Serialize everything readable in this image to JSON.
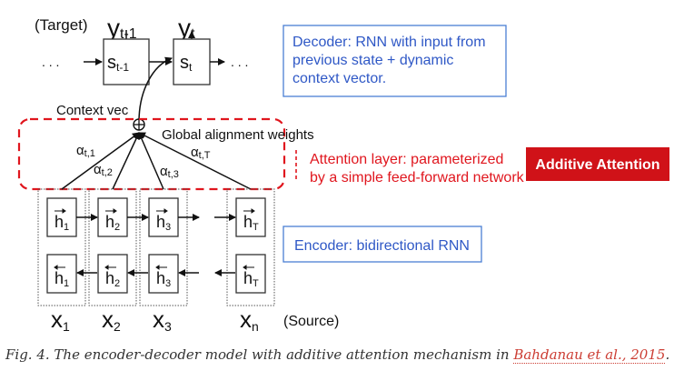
{
  "diagram": {
    "target_label": "(Target)",
    "source_label": "(Source)",
    "y_labels": {
      "prev": "y",
      "prev_sub": "t-1",
      "cur": "y",
      "cur_sub": "t"
    },
    "s_labels": {
      "prev": "s",
      "prev_sub": "t-1",
      "cur": "s",
      "cur_sub": "t"
    },
    "ellipsis": ". . .",
    "decoder_box_text": [
      "Decoder: RNN with input from",
      "previous state + dynamic",
      "context vector."
    ],
    "context_vec_label": "Context vec",
    "global_weights_label": "Global alignment weights",
    "attention_layer_text": [
      "Attention layer: parameterized",
      "by a simple feed-forward network"
    ],
    "additive_badge": "Additive Attention",
    "weights": [
      {
        "main": "α",
        "sub": "t,1"
      },
      {
        "main": "α",
        "sub": "t,2"
      },
      {
        "main": "α",
        "sub": "t,3"
      },
      {
        "main": "α",
        "sub": "t,T"
      }
    ],
    "h_subs": [
      "1",
      "2",
      "3",
      "T"
    ],
    "x_labels": [
      {
        "main": "x",
        "sub": "1"
      },
      {
        "main": "x",
        "sub": "2"
      },
      {
        "main": "x",
        "sub": "3"
      },
      {
        "main": "x",
        "sub": "n"
      }
    ],
    "encoder_box_text": "Encoder: bidirectional RNN",
    "colors": {
      "blue_box": "#4a7fd4",
      "red_dash": "#e0161e",
      "badge_bg": "#d01218",
      "badge_text": "#ffffff",
      "caption_link": "#cc3d33"
    }
  },
  "caption": {
    "prefix": "Fig. 4. The encoder-decoder model with additive attention mechanism in ",
    "link": "Bahdanau et al., 2015",
    "suffix": "."
  }
}
